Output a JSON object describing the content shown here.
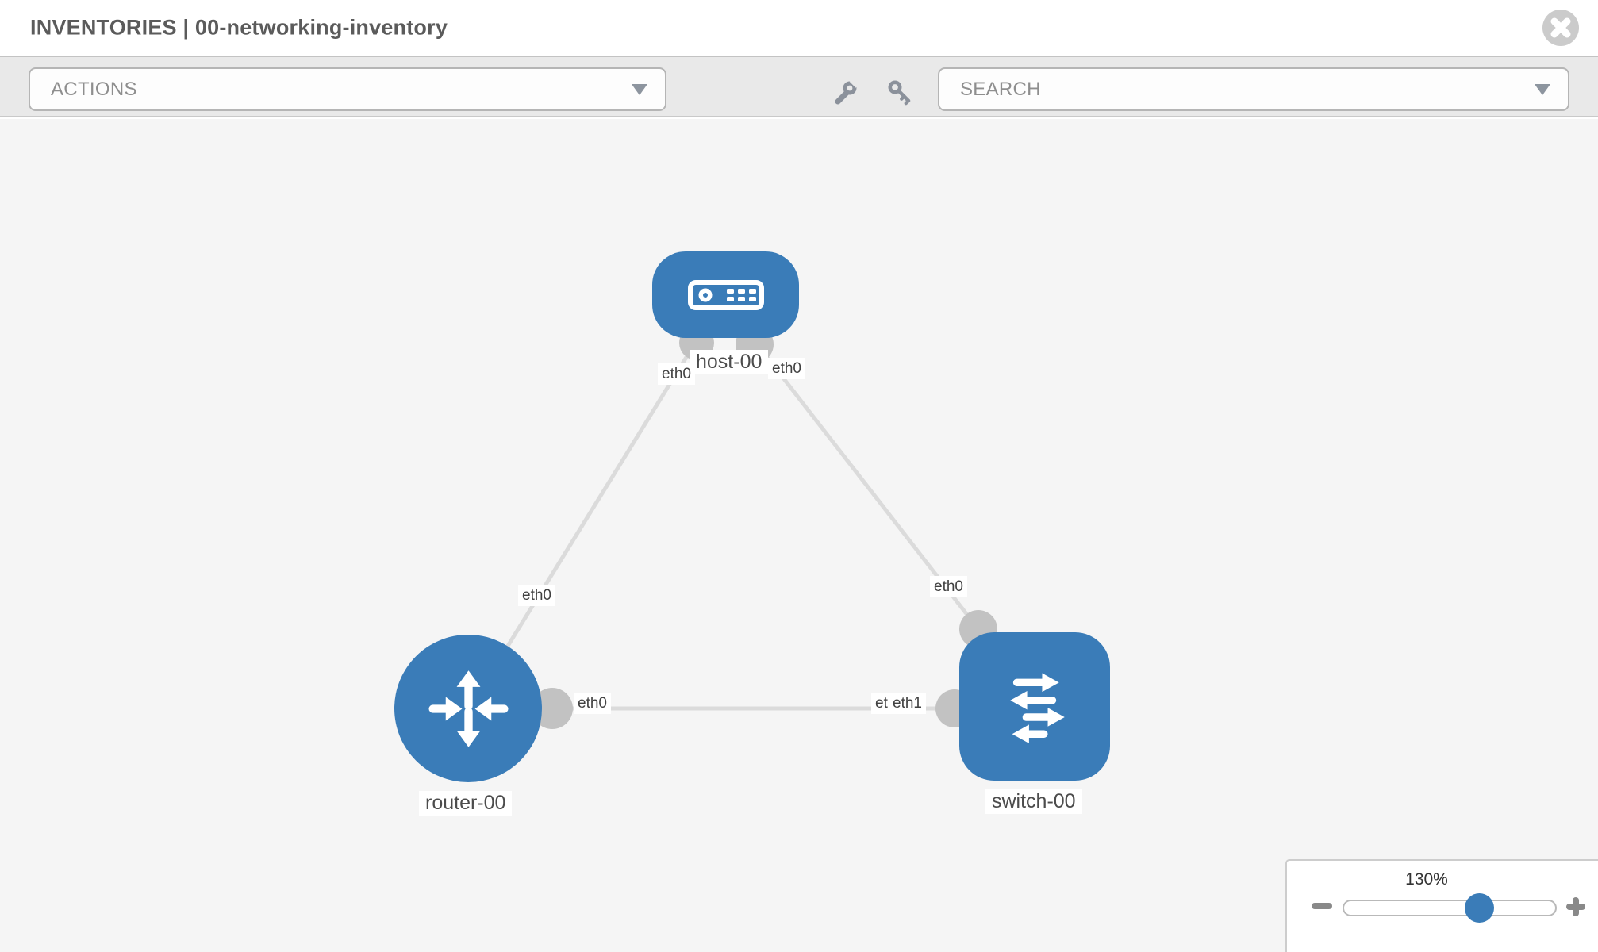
{
  "header": {
    "title": "INVENTORIES | 00-networking-inventory"
  },
  "toolbar": {
    "actions_label": "ACTIONS",
    "search_label": "SEARCH"
  },
  "topology": {
    "nodes": [
      {
        "label": "host-00",
        "type": "host"
      },
      {
        "label": "router-00",
        "type": "router"
      },
      {
        "label": "switch-00",
        "type": "switch"
      }
    ],
    "links": [
      {
        "from": "host-00",
        "from_interface": "eth0",
        "to": "router-00",
        "to_interface": "eth0"
      },
      {
        "from": "host-00",
        "from_interface": "eth0",
        "to": "switch-00",
        "to_interface": "eth0"
      },
      {
        "from": "router-00",
        "from_interface": "eth0",
        "to": "switch-00",
        "to_interface": "eth1"
      }
    ],
    "interface_labels": [
      {
        "text": "eth0"
      },
      {
        "text": "eth0"
      },
      {
        "text": "eth0"
      },
      {
        "text": "eth0"
      },
      {
        "text": "eth0"
      },
      {
        "text": "eth0"
      },
      {
        "text": "eth1"
      }
    ]
  },
  "zoom_control": {
    "level": "130%"
  },
  "colors": {
    "node_blue": "#3a7cb8",
    "edge_gray": "#dbdbdb",
    "port_gray": "#c2c2c2",
    "toolbar_bg": "#e9e9e9",
    "canvas_bg": "#f5f5f5",
    "icon_gray": "#8b919b"
  }
}
